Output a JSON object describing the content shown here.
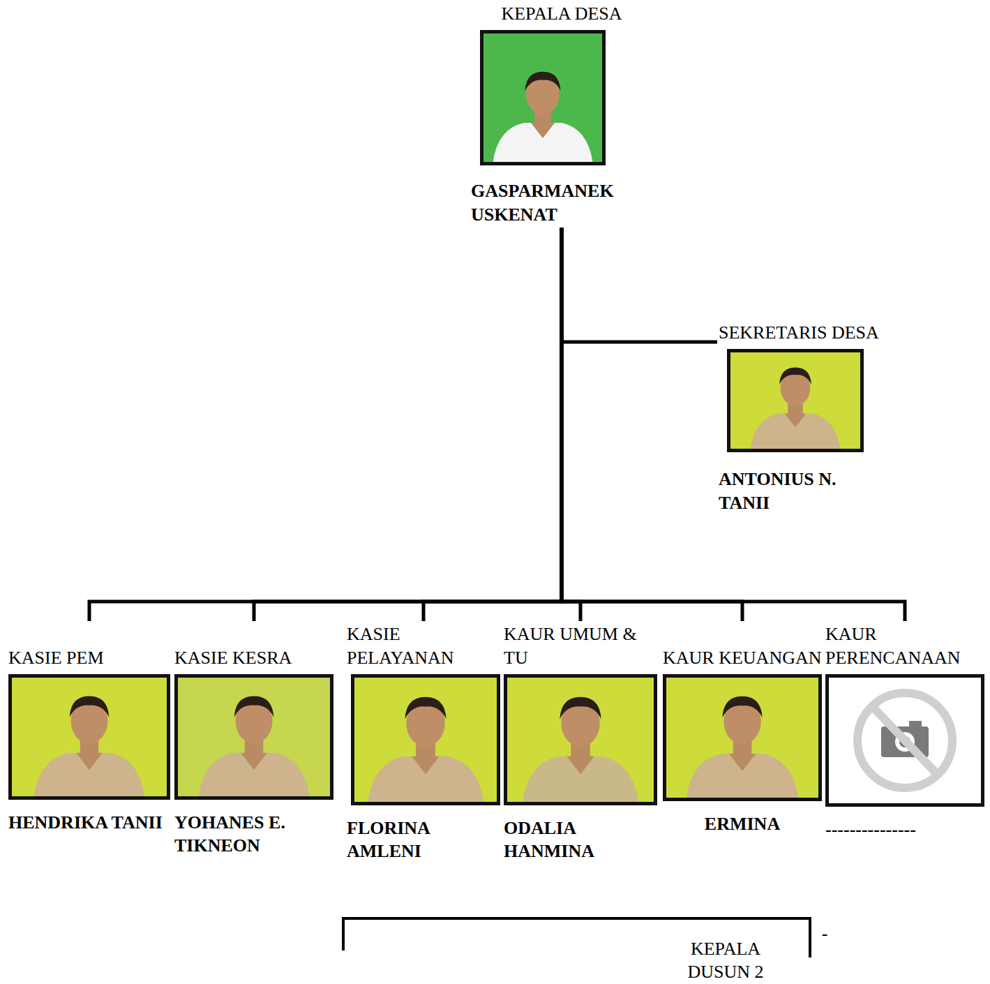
{
  "diagram": {
    "nodes": [
      {
        "text": [
          "KEPALA DESA",
          "GASPARMANEK USKENAT"
        ]
      },
      {
        "text": [
          "SEKRETARIS DESA",
          "ANTONIUS N. TANII"
        ]
      },
      {
        "text": [
          "KASIE PEM",
          "HENDRIKA TANII"
        ]
      },
      {
        "text": [
          "KASIE KESRA",
          "YOHANES E. TIKNEON"
        ]
      },
      {
        "text": [
          "KASIE PELAYANAN",
          "FLORINA AMLENI"
        ]
      },
      {
        "text": [
          "KAUR UMUM & TU",
          "ODALIA HANMINA"
        ]
      },
      {
        "text": [
          "KAUR KEUANGAN",
          "ERMINA"
        ]
      },
      {
        "text": [
          "KAUR PERENCANAAN",
          "---------------"
        ]
      }
    ],
    "edges": [
      {
        "from": 0,
        "to": 1,
        "arrow": "none"
      },
      {
        "from": 0,
        "to": 2,
        "arrow": "none"
      },
      {
        "from": 0,
        "to": 3,
        "arrow": "none"
      },
      {
        "from": 0,
        "to": 4,
        "arrow": "none"
      },
      {
        "from": 0,
        "to": 5,
        "arrow": "none"
      },
      {
        "from": 0,
        "to": 6,
        "arrow": "none"
      },
      {
        "from": 0,
        "to": 7,
        "arrow": "none"
      }
    ],
    "labels": [
      "KEPALA DUSUN 2",
      "-"
    ]
  }
}
